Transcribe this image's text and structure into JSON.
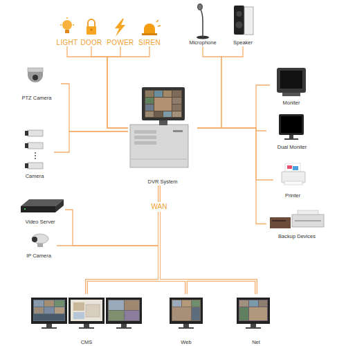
{
  "diagram": {
    "nodes": [
      {
        "text": [
          "LIGHT"
        ]
      },
      {
        "text": [
          "DOOR"
        ]
      },
      {
        "text": [
          "POWER"
        ]
      },
      {
        "text": [
          "SIREN"
        ]
      },
      {
        "text": [
          "Microphone"
        ]
      },
      {
        "text": [
          "Speaker"
        ]
      },
      {
        "text": [
          "PTZ Camera"
        ]
      },
      {
        "text": [
          "Camera"
        ]
      },
      {
        "text": [
          "DVR System"
        ]
      },
      {
        "text": [
          "Moniter"
        ]
      },
      {
        "text": [
          "Dual Moniter"
        ]
      },
      {
        "text": [
          "Printer"
        ]
      },
      {
        "text": [
          "Backup Devices"
        ]
      },
      {
        "text": [
          "Video Server"
        ]
      },
      {
        "text": [
          "IP Camera"
        ]
      },
      {
        "text": [
          "WAN"
        ]
      },
      {
        "text": [
          "CMS"
        ]
      },
      {
        "text": [
          "Web"
        ]
      },
      {
        "text": [
          "Net"
        ]
      }
    ],
    "edges": [
      {
        "from": 0,
        "to": 8,
        "arrow": "none"
      },
      {
        "from": 1,
        "to": 8,
        "arrow": "none"
      },
      {
        "from": 2,
        "to": 8,
        "arrow": "none"
      },
      {
        "from": 3,
        "to": 8,
        "arrow": "none"
      },
      {
        "from": 4,
        "to": 8,
        "arrow": "none"
      },
      {
        "from": 5,
        "to": 8,
        "arrow": "none"
      },
      {
        "from": 6,
        "to": 8,
        "arrow": "none"
      },
      {
        "from": 7,
        "to": 8,
        "arrow": "none"
      },
      {
        "from": 8,
        "to": 9,
        "arrow": "none"
      },
      {
        "from": 8,
        "to": 10,
        "arrow": "none"
      },
      {
        "from": 8,
        "to": 11,
        "arrow": "none"
      },
      {
        "from": 8,
        "to": 12,
        "arrow": "none"
      },
      {
        "from": 13,
        "to": 15,
        "arrow": "none"
      },
      {
        "from": 14,
        "to": 15,
        "arrow": "none"
      },
      {
        "from": 8,
        "to": 15,
        "arrow": "none"
      },
      {
        "from": 15,
        "to": 16,
        "arrow": "none"
      },
      {
        "from": 15,
        "to": 17,
        "arrow": "none"
      },
      {
        "from": 15,
        "to": 18,
        "arrow": "none"
      }
    ]
  }
}
